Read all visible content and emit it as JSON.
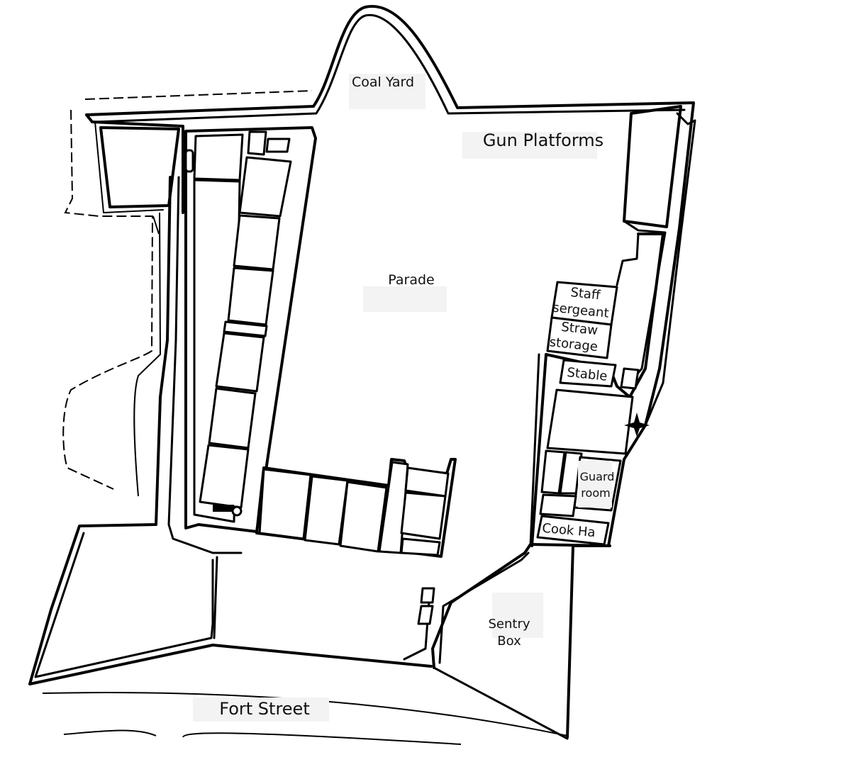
{
  "map": {
    "labels": {
      "coal_yard": "Coal Yard",
      "gun_platforms": "Gun Platforms",
      "parade": "Parade",
      "staff_sergeant_1": "Staff",
      "staff_sergeant_2": "sergeant",
      "straw_storage_1": "Straw",
      "straw_storage_2": "storage",
      "stable": "Stable",
      "guard_room_1": "Guard",
      "guard_room_2": "room",
      "cook_house": "Cook Ha",
      "sentry_box_1": "Sentry",
      "sentry_box_2": "Box",
      "fort_street": "Fort Street"
    },
    "colors": {
      "ink": "#000000",
      "label_background": "#f3f3f3",
      "paper": "#ffffff"
    }
  }
}
